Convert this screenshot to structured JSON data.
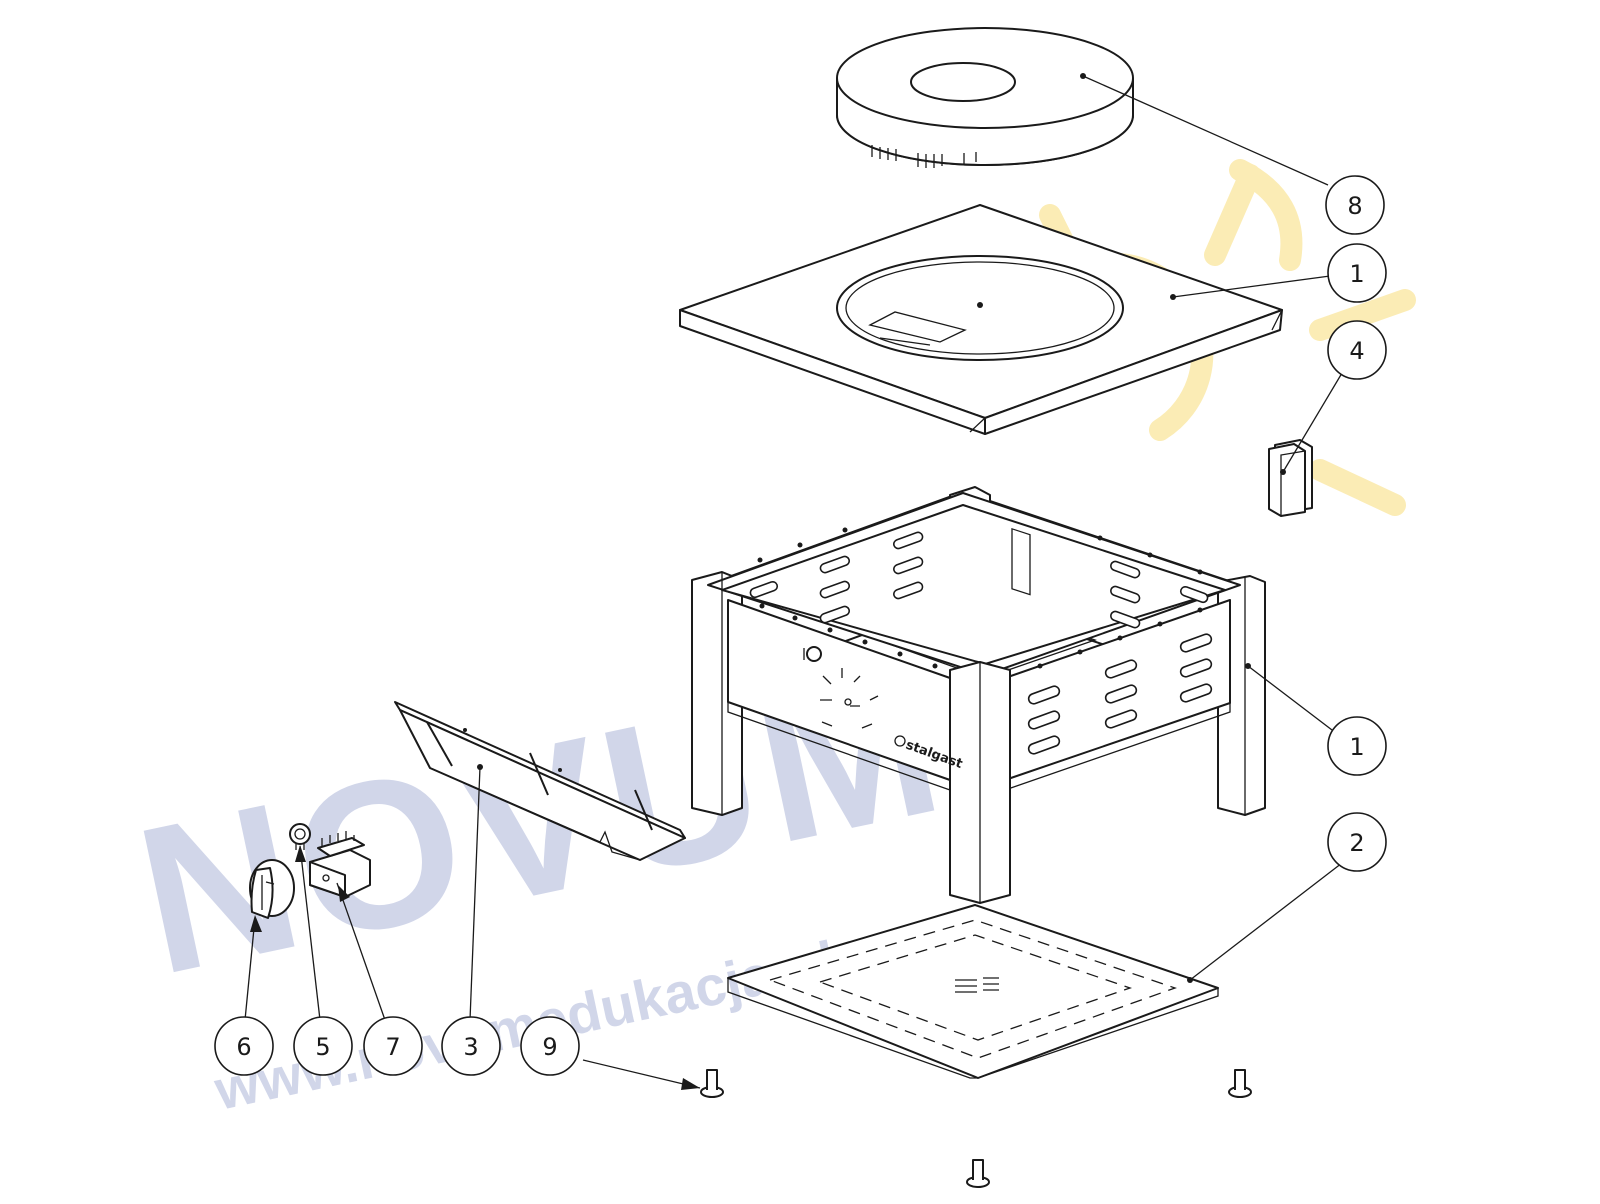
{
  "diagram": {
    "callouts": [
      {
        "id": "c8",
        "label": "8"
      },
      {
        "id": "c1a",
        "label": "1"
      },
      {
        "id": "c4",
        "label": "4"
      },
      {
        "id": "c1b",
        "label": "1"
      },
      {
        "id": "c2",
        "label": "2"
      },
      {
        "id": "c6",
        "label": "6"
      },
      {
        "id": "c5",
        "label": "5"
      },
      {
        "id": "c7",
        "label": "7"
      },
      {
        "id": "c3",
        "label": "3"
      },
      {
        "id": "c9",
        "label": "9"
      }
    ],
    "brand_label": "stalgast",
    "watermark": {
      "logo_text": "NOVUM",
      "url": "www.novumedukacja.pl",
      "colors": {
        "blue": "#c9cfe6",
        "yellow": "#fbe9a8",
        "orange": "#f8d9bf"
      }
    }
  }
}
